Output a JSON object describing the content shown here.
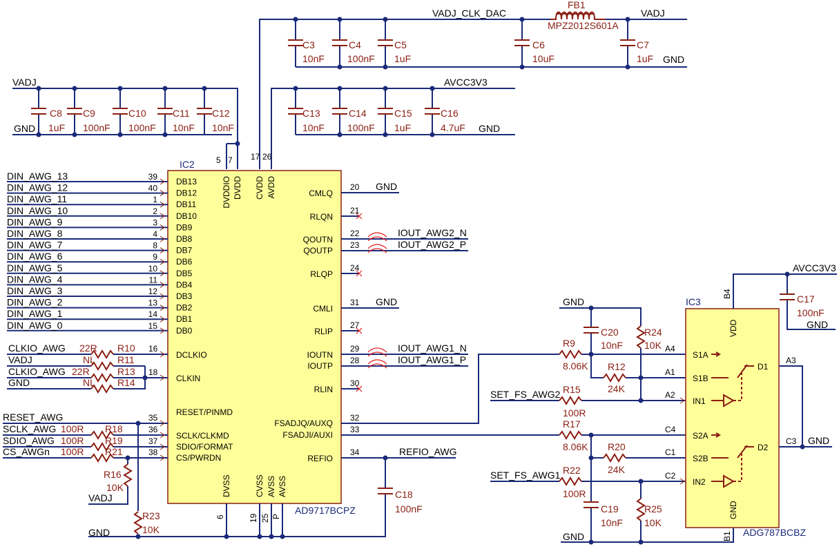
{
  "nets": {
    "vadj_clk_dac": "VADJ_CLK_DAC",
    "vadj": "VADJ",
    "gnd": "GND",
    "avcc": "AVCC3V3",
    "clkio": "CLKIO_AWG",
    "reset": "RESET_AWG",
    "sclk": "SCLK_AWG",
    "sdio": "SDIO_AWG",
    "cs": "CS_AWGn",
    "iout2n": "IOUT_AWG2_N",
    "iout2p": "IOUT_AWG2_P",
    "iout1n": "IOUT_AWG1_N",
    "iout1p": "IOUT_AWG1_P",
    "refio": "REFIO_AWG",
    "setfs2": "SET_FS_AWG2",
    "setfs1": "SET_FS_AWG1"
  },
  "din": [
    "DIN_AWG_13",
    "DIN_AWG_12",
    "DIN_AWG_11",
    "DIN_AWG_10",
    "DIN_AWG_9",
    "DIN_AWG_8",
    "DIN_AWG_7",
    "DIN_AWG_6",
    "DIN_AWG_5",
    "DIN_AWG_4",
    "DIN_AWG_3",
    "DIN_AWG_2",
    "DIN_AWG_1",
    "DIN_AWG_0"
  ],
  "din_pins": [
    "39",
    "40",
    "1",
    "2",
    "3",
    "4",
    "8",
    "9",
    "10",
    "11",
    "12",
    "13",
    "14",
    "15"
  ],
  "db": [
    "DB13",
    "DB12",
    "DB11",
    "DB10",
    "DB9",
    "DB8",
    "DB7",
    "DB6",
    "DB5",
    "DB4",
    "DB3",
    "DB2",
    "DB1",
    "DB0"
  ],
  "fb1": {
    "ref": "FB1",
    "value": "MPZ2012S601A"
  },
  "caps": {
    "c3": {
      "ref": "C3",
      "value": "10nF"
    },
    "c4": {
      "ref": "C4",
      "value": "100nF"
    },
    "c5": {
      "ref": "C5",
      "value": "1uF"
    },
    "c6": {
      "ref": "C6",
      "value": "10uF"
    },
    "c7": {
      "ref": "C7",
      "value": "1uF"
    },
    "c8": {
      "ref": "C8",
      "value": "1uF"
    },
    "c9": {
      "ref": "C9",
      "value": "100nF"
    },
    "c10": {
      "ref": "C10",
      "value": "100nF"
    },
    "c11": {
      "ref": "C11",
      "value": "10nF"
    },
    "c12": {
      "ref": "C12",
      "value": "10nF"
    },
    "c13": {
      "ref": "C13",
      "value": "10nF"
    },
    "c14": {
      "ref": "C14",
      "value": "100nF"
    },
    "c15": {
      "ref": "C15",
      "value": "1uF"
    },
    "c16": {
      "ref": "C16",
      "value": "4.7uF"
    },
    "c17": {
      "ref": "C17",
      "value": "100nF"
    },
    "c18": {
      "ref": "C18",
      "value": "100nF"
    },
    "c19": {
      "ref": "C19",
      "value": "10nF"
    },
    "c20": {
      "ref": "C20",
      "value": "10nF"
    }
  },
  "res": {
    "r9": {
      "ref": "R9",
      "value": "8.06K"
    },
    "r10": {
      "ref": "R10",
      "value": "22R"
    },
    "r11": {
      "ref": "R11",
      "value": "NL"
    },
    "r12": {
      "ref": "R12",
      "value": "24K"
    },
    "r13": {
      "ref": "R13",
      "value": "22R"
    },
    "r14": {
      "ref": "R14",
      "value": "NL"
    },
    "r15": {
      "ref": "R15",
      "value": "100R"
    },
    "r16": {
      "ref": "R16",
      "value": "10K"
    },
    "r17": {
      "ref": "R17",
      "value": "8.06K"
    },
    "r18": {
      "ref": "R18",
      "value": "100R"
    },
    "r19": {
      "ref": "R19",
      "value": "100R"
    },
    "r20": {
      "ref": "R20",
      "value": "24K"
    },
    "r21": {
      "ref": "R21",
      "value": "100R"
    },
    "r22": {
      "ref": "R22",
      "value": "100R"
    },
    "r23": {
      "ref": "R23",
      "value": "10K"
    },
    "r24": {
      "ref": "R24",
      "value": "10K"
    },
    "r25": {
      "ref": "R25",
      "value": "10K"
    }
  },
  "ic2": {
    "ref": "IC2",
    "part": "AD9717BCPZ",
    "top_pins": [
      {
        "num": "5",
        "name": "DVDDIO"
      },
      {
        "num": "7",
        "name": "DVDD"
      },
      {
        "num": "17",
        "name": "CVDD"
      },
      {
        "num": "26",
        "name": "AVDD"
      }
    ],
    "bottom_pins": [
      {
        "num": "6",
        "name": "DVSS"
      },
      {
        "num": "19",
        "name": "CVSS"
      },
      {
        "num": "25",
        "name": "AVSS"
      },
      {
        "num": "P",
        "name": "AVSS"
      }
    ],
    "left_pins": [
      {
        "num": "16",
        "name": "DCLKIO"
      },
      {
        "num": "18",
        "name": "CLKIN"
      },
      {
        "num": "35",
        "name": "RESET/PINMD"
      },
      {
        "num": "36",
        "name": "SCLK/CLKMD"
      },
      {
        "num": "37",
        "name": "SDIO/FORMAT"
      },
      {
        "num": "38",
        "name": "CS/PWRDN"
      }
    ],
    "right_pins": [
      {
        "num": "20",
        "name": "CMLQ"
      },
      {
        "num": "21",
        "name": "RLQN"
      },
      {
        "num": "22",
        "name": "QOUTN"
      },
      {
        "num": "23",
        "name": "QOUTP"
      },
      {
        "num": "24",
        "name": "RLQP"
      },
      {
        "num": "31",
        "name": "CMLI"
      },
      {
        "num": "27",
        "name": "RLIP"
      },
      {
        "num": "29",
        "name": "IOUTN"
      },
      {
        "num": "28",
        "name": "IOUTP"
      },
      {
        "num": "30",
        "name": "RLIN"
      },
      {
        "num": "32",
        "name": "FSADJQ/AUXQ"
      },
      {
        "num": "33",
        "name": "FSADJI/AUXI"
      },
      {
        "num": "34",
        "name": "REFIO"
      }
    ]
  },
  "ic3": {
    "ref": "IC3",
    "part": "ADG787BCBZ",
    "pins": {
      "vdd": "VDD",
      "gnd": "GND",
      "s1a": "S1A",
      "s1b": "S1B",
      "in1": "IN1",
      "s2a": "S2A",
      "s2b": "S2B",
      "in2": "IN2",
      "d1": "D1",
      "d2": "D2"
    },
    "nums": {
      "b4": "B4",
      "b1": "B1",
      "a4": "A4",
      "a1": "A1",
      "a2": "A2",
      "c4": "C4",
      "c1": "C1",
      "c2": "C2",
      "a3": "A3",
      "c3": "C3"
    }
  }
}
